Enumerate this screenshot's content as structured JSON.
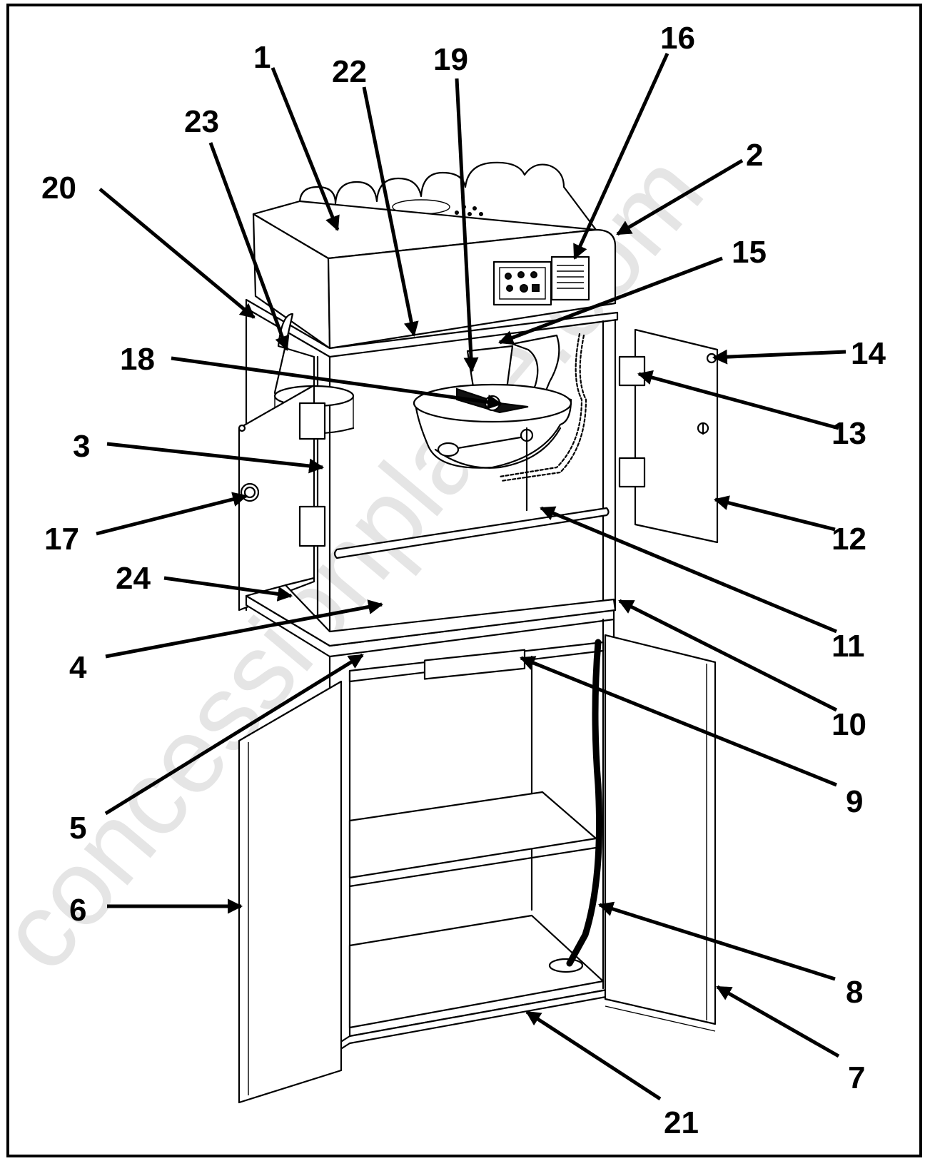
{
  "watermark": "concessionplace.com",
  "callouts": [
    "1",
    "2",
    "3",
    "4",
    "5",
    "6",
    "7",
    "8",
    "9",
    "10",
    "11",
    "12",
    "13",
    "14",
    "15",
    "16",
    "17",
    "18",
    "19",
    "20",
    "21",
    "22",
    "23",
    "24"
  ]
}
